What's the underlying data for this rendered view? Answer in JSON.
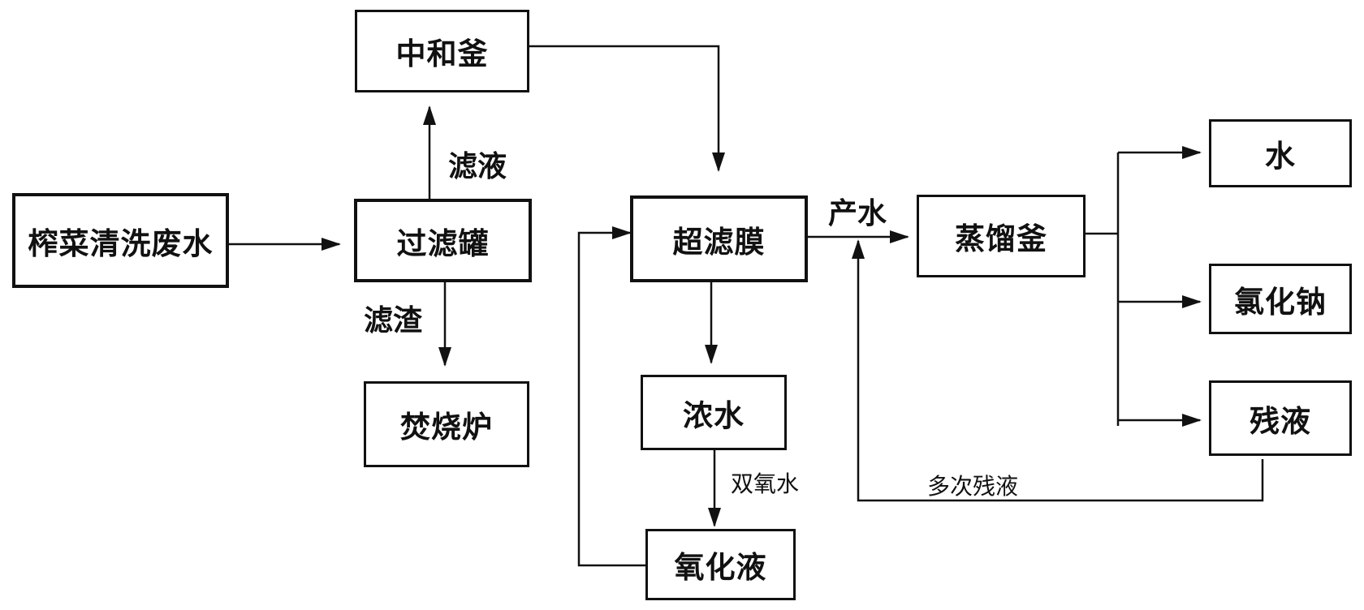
{
  "nodes": {
    "wastewater": "榨菜清洗废水",
    "filter_tank": "过滤罐",
    "neutralizer": "中和釜",
    "incinerator": "焚烧炉",
    "ultrafiltration": "超滤膜",
    "concentrate": "浓水",
    "oxidized_liquid": "氧化液",
    "still": "蒸馏釜",
    "water": "水",
    "sodium_chloride": "氯化钠",
    "residue": "残液"
  },
  "edge_labels": {
    "filtrate": "滤液",
    "filter_residue": "滤渣",
    "product_water": "产水",
    "hydrogen_peroxide": "双氧水",
    "repeated_residue": "多次残液"
  }
}
